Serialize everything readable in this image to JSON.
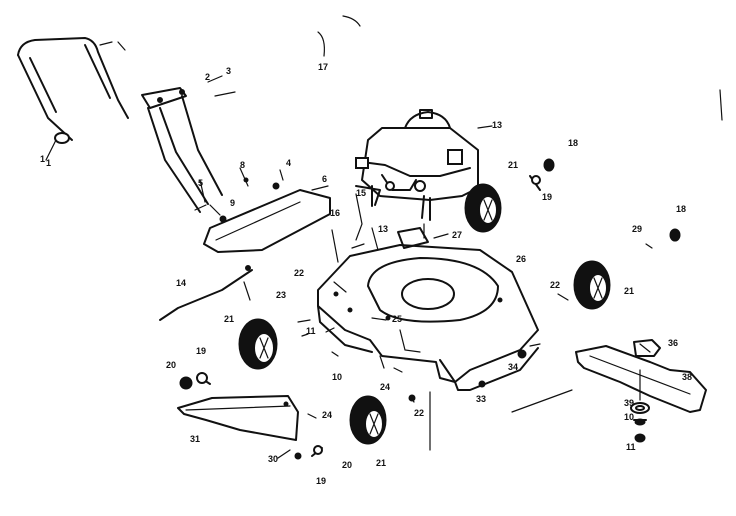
{
  "diagram": {
    "callouts": [
      {
        "id": "handle-upper",
        "label": "1"
      },
      {
        "id": "grip",
        "label": "1"
      },
      {
        "id": "handle-lower",
        "label": "3"
      },
      {
        "id": "bolt-handle",
        "label": "2"
      },
      {
        "id": "starter-rope",
        "label": "17"
      },
      {
        "id": "engine",
        "label": "13"
      },
      {
        "id": "bracket-a",
        "label": "5"
      },
      {
        "id": "bracket-b",
        "label": "4"
      },
      {
        "id": "rear-guard",
        "label": "6"
      },
      {
        "id": "guard-bolt",
        "label": "9"
      },
      {
        "id": "guard-nut",
        "label": "8"
      },
      {
        "id": "control-cable",
        "label": "14"
      },
      {
        "id": "washer-a",
        "label": "15"
      },
      {
        "id": "washer-b",
        "label": "13"
      },
      {
        "id": "engine-spacer",
        "label": "16"
      },
      {
        "id": "engine-bolt",
        "label": "27"
      },
      {
        "id": "deck",
        "label": "26"
      },
      {
        "id": "deck-screw",
        "label": "25"
      },
      {
        "id": "rear-wheel-right",
        "label": "21"
      },
      {
        "id": "wheel-bolt-right",
        "label": "19"
      },
      {
        "id": "wheel-nut-right",
        "label": "18"
      },
      {
        "id": "front-wheel-right",
        "label": "21"
      },
      {
        "id": "hub-cap-right",
        "label": "29"
      },
      {
        "id": "axle-bolt-right",
        "label": "18"
      },
      {
        "id": "spacer-right",
        "label": "22"
      },
      {
        "id": "front-wheel-left",
        "label": "21"
      },
      {
        "id": "wheel-bolt-left",
        "label": "19"
      },
      {
        "id": "wheel-nut-left",
        "label": "20"
      },
      {
        "id": "deflector-rear",
        "label": "31"
      },
      {
        "id": "deflector-screw",
        "label": "24"
      },
      {
        "id": "deflector-nut",
        "label": "30"
      },
      {
        "id": "rear-wheel-left",
        "label": "21"
      },
      {
        "id": "wheel-axle-left",
        "label": "19"
      },
      {
        "id": "wheel-washer-left",
        "label": "20"
      },
      {
        "id": "pivot-bolt",
        "label": "23"
      },
      {
        "id": "pivot-nut",
        "label": "22"
      },
      {
        "id": "deck-bolt",
        "label": "24"
      },
      {
        "id": "deck-nut",
        "label": "34"
      },
      {
        "id": "deck-washer",
        "label": "33"
      },
      {
        "id": "blade-adapter",
        "label": "36"
      },
      {
        "id": "blade",
        "label": "38"
      },
      {
        "id": "blade-washer",
        "label": "39"
      },
      {
        "id": "blade-bolt",
        "label": "10"
      },
      {
        "id": "blade-nut",
        "label": "11"
      },
      {
        "id": "height-lever-a",
        "label": "22"
      },
      {
        "id": "height-lever-b",
        "label": "11"
      },
      {
        "id": "height-spring",
        "label": "10"
      }
    ]
  }
}
